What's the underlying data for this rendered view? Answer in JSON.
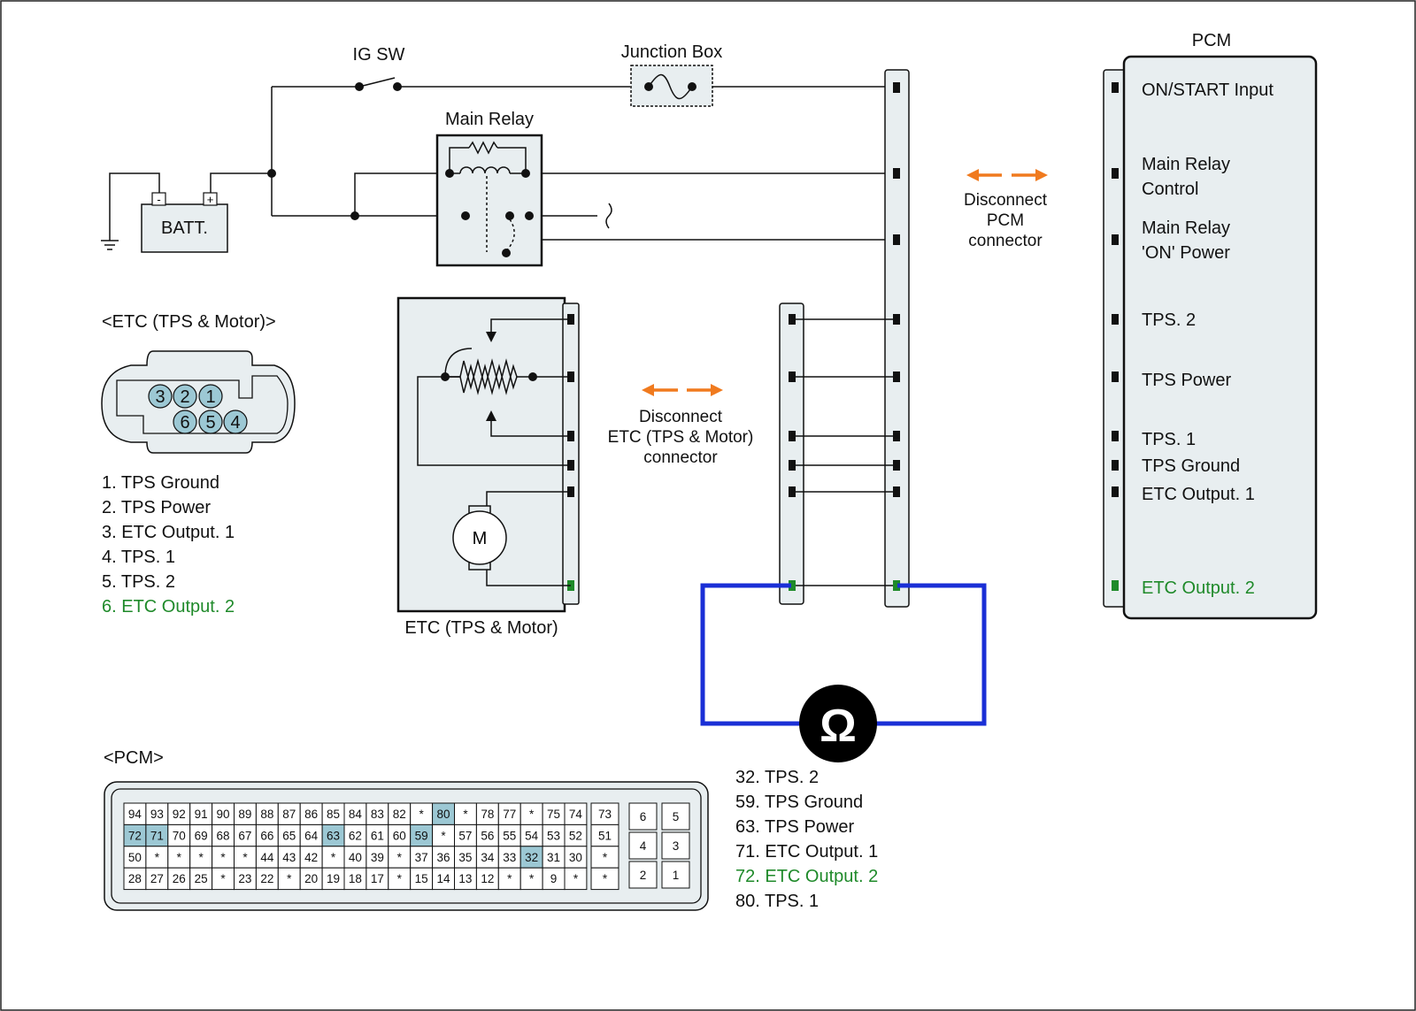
{
  "colors": {
    "panel": "#e8eef0",
    "highlight": "#9cc8d4",
    "green": "#1f8a2a",
    "meter_lead": "#1a2fd6",
    "arrow": "#f07a1e"
  },
  "labels": {
    "ig_sw": "IG SW",
    "junction_box": "Junction Box",
    "main_relay": "Main Relay",
    "battery": "BATT.",
    "battery_neg": "-",
    "battery_pos": "+",
    "motor": "M",
    "etc_title": "<ETC (TPS & Motor)>",
    "etc_bottom": "ETC (TPS & Motor)",
    "pcm_title": "PCM",
    "pcm_conn_title": "<PCM>",
    "ohm_symbol": "Ω"
  },
  "disconnect_pcm": [
    "Disconnect",
    "PCM",
    "connector"
  ],
  "disconnect_etc": [
    "Disconnect",
    "ETC (TPS & Motor)",
    "connector"
  ],
  "pcm_terminals": [
    {
      "lines": [
        "ON/START Input"
      ],
      "green": false
    },
    {
      "lines": [
        "Main Relay",
        "Control"
      ],
      "green": false
    },
    {
      "lines": [
        "Main Relay",
        "'ON' Power"
      ],
      "green": false
    },
    {
      "lines": [
        "TPS. 2"
      ],
      "green": false
    },
    {
      "lines": [
        "TPS Power"
      ],
      "green": false
    },
    {
      "lines": [
        "TPS. 1"
      ],
      "green": false
    },
    {
      "lines": [
        "TPS Ground"
      ],
      "green": false
    },
    {
      "lines": [
        "ETC Output. 1"
      ],
      "green": false
    },
    {
      "lines": [
        "ETC Output. 2"
      ],
      "green": true
    }
  ],
  "etc_pin_numbers": [
    "3",
    "2",
    "1",
    "6",
    "5",
    "4"
  ],
  "etc_pins": [
    {
      "text": "1. TPS Ground",
      "green": false
    },
    {
      "text": "2. TPS Power",
      "green": false
    },
    {
      "text": "3. ETC Output. 1",
      "green": false
    },
    {
      "text": "4. TPS. 1",
      "green": false
    },
    {
      "text": "5. TPS. 2",
      "green": false
    },
    {
      "text": "6. ETC Output. 2",
      "green": true
    }
  ],
  "pcm_pins": [
    {
      "text": "32. TPS. 2",
      "green": false
    },
    {
      "text": "59. TPS Ground",
      "green": false
    },
    {
      "text": "63. TPS Power",
      "green": false
    },
    {
      "text": "71. ETC Output. 1",
      "green": false
    },
    {
      "text": "72. ETC Output. 2",
      "green": true
    },
    {
      "text": "80. TPS. 1",
      "green": false
    }
  ],
  "pcm_grid": {
    "rows": [
      [
        "94",
        "93",
        "92",
        "91",
        "90",
        "89",
        "88",
        "87",
        "86",
        "85",
        "84",
        "83",
        "82",
        "*",
        "80",
        "*",
        "78",
        "77",
        "*",
        "75",
        "74"
      ],
      [
        "72",
        "71",
        "70",
        "69",
        "68",
        "67",
        "66",
        "65",
        "64",
        "63",
        "62",
        "61",
        "60",
        "59",
        "*",
        "57",
        "56",
        "55",
        "54",
        "53",
        "52"
      ],
      [
        "50",
        "*",
        "*",
        "*",
        "*",
        "*",
        "44",
        "43",
        "42",
        "*",
        "40",
        "39",
        "*",
        "37",
        "36",
        "35",
        "34",
        "33",
        "32",
        "31",
        "30"
      ],
      [
        "28",
        "27",
        "26",
        "25",
        "*",
        "23",
        "22",
        "*",
        "20",
        "19",
        "18",
        "17",
        "*",
        "15",
        "14",
        "13",
        "12",
        "*",
        "*",
        "9",
        "*"
      ]
    ],
    "right_col": [
      "73",
      "51",
      "*",
      "*"
    ],
    "small_pins": [
      [
        "6",
        "5"
      ],
      [
        "4",
        "3"
      ],
      [
        "2",
        "1"
      ]
    ],
    "highlighted": [
      "80",
      "72",
      "71",
      "63",
      "59",
      "32"
    ]
  }
}
